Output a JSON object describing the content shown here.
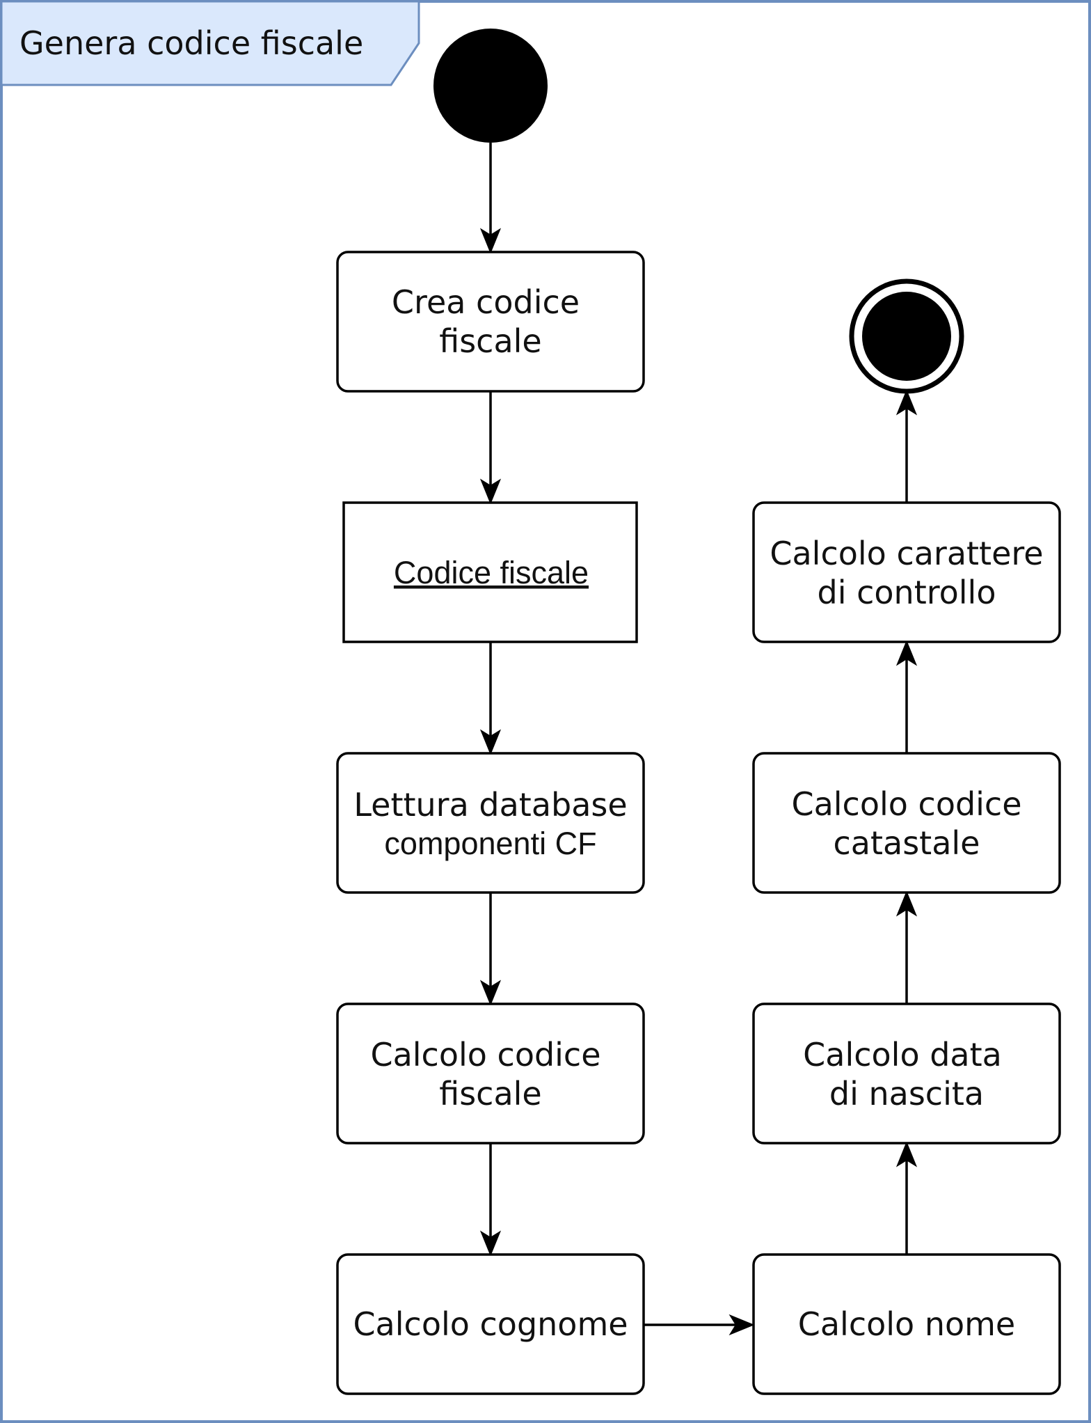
{
  "frame": {
    "title": "Genera codice fiscale",
    "tab_color": "#dae8fc",
    "border_color": "#6c8ebf"
  },
  "nodes": {
    "crea": {
      "line1": "Crea codice",
      "line2": "fiscale"
    },
    "codice_fiscale_object": {
      "label": "Codice fiscale"
    },
    "lettura": {
      "line1": "Lettura database",
      "line2": "componenti CF"
    },
    "calcolo_cf": {
      "line1": "Calcolo codice",
      "line2": "fiscale"
    },
    "cognome": {
      "label": "Calcolo cognome"
    },
    "nome": {
      "label": "Calcolo nome"
    },
    "data": {
      "line1": "Calcolo data",
      "line2": "di nascita"
    },
    "catastale": {
      "line1": "Calcolo codice",
      "line2": "catastale"
    },
    "controllo": {
      "line1": "Calcolo carattere",
      "line2": "di controllo"
    }
  }
}
